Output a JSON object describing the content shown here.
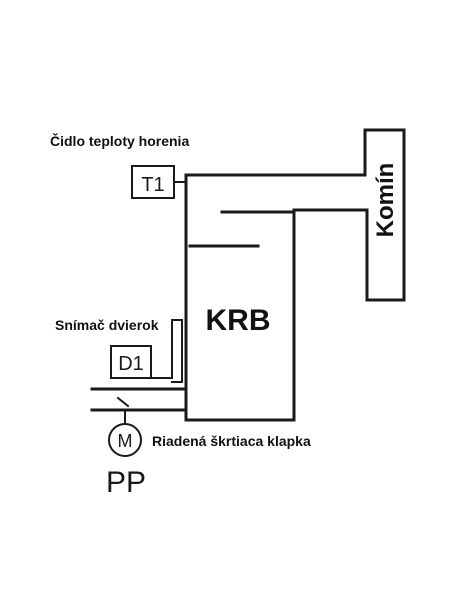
{
  "labels": {
    "temp_sensor_caption": "Čidlo teploty horenia",
    "temp_sensor_box": "T1",
    "door_sensor_caption": "Snímač dvierok",
    "door_sensor_box": "D1",
    "fireplace": "KRB",
    "chimney": "Komín",
    "damper_caption": "Riadená škrtiaca klapka",
    "motor_symbol": "M",
    "pp": "PP"
  }
}
